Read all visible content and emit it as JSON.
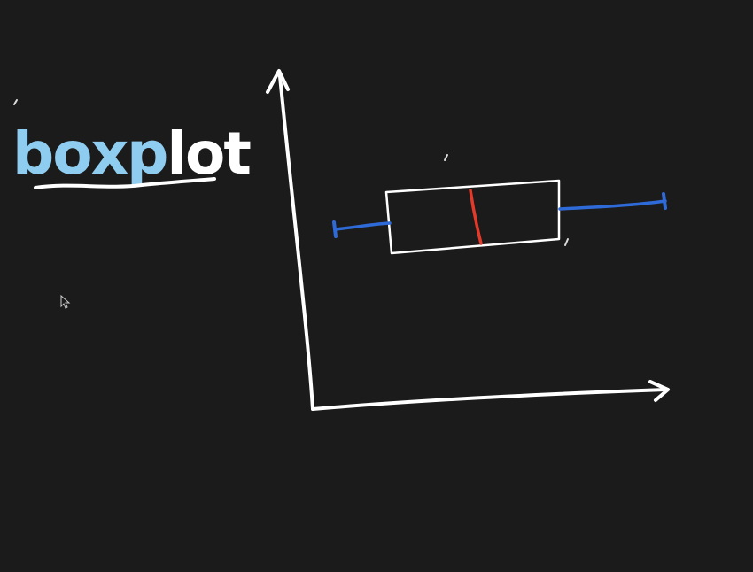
{
  "title": {
    "text": "boxplot",
    "part1": "boxp",
    "part2": "lot",
    "part1_color": "#8fcdf0",
    "part2_color": "#ffffff",
    "underline_color": "#ffffff"
  },
  "colors": {
    "background": "#1b1b1b",
    "axes": "#ffffff",
    "box": "#ffffff",
    "median": "#e53a2a",
    "whiskers": "#2f6bd8",
    "cursor": "#cccccc"
  },
  "icons": {
    "cursor": "mouse-pointer-icon"
  }
}
